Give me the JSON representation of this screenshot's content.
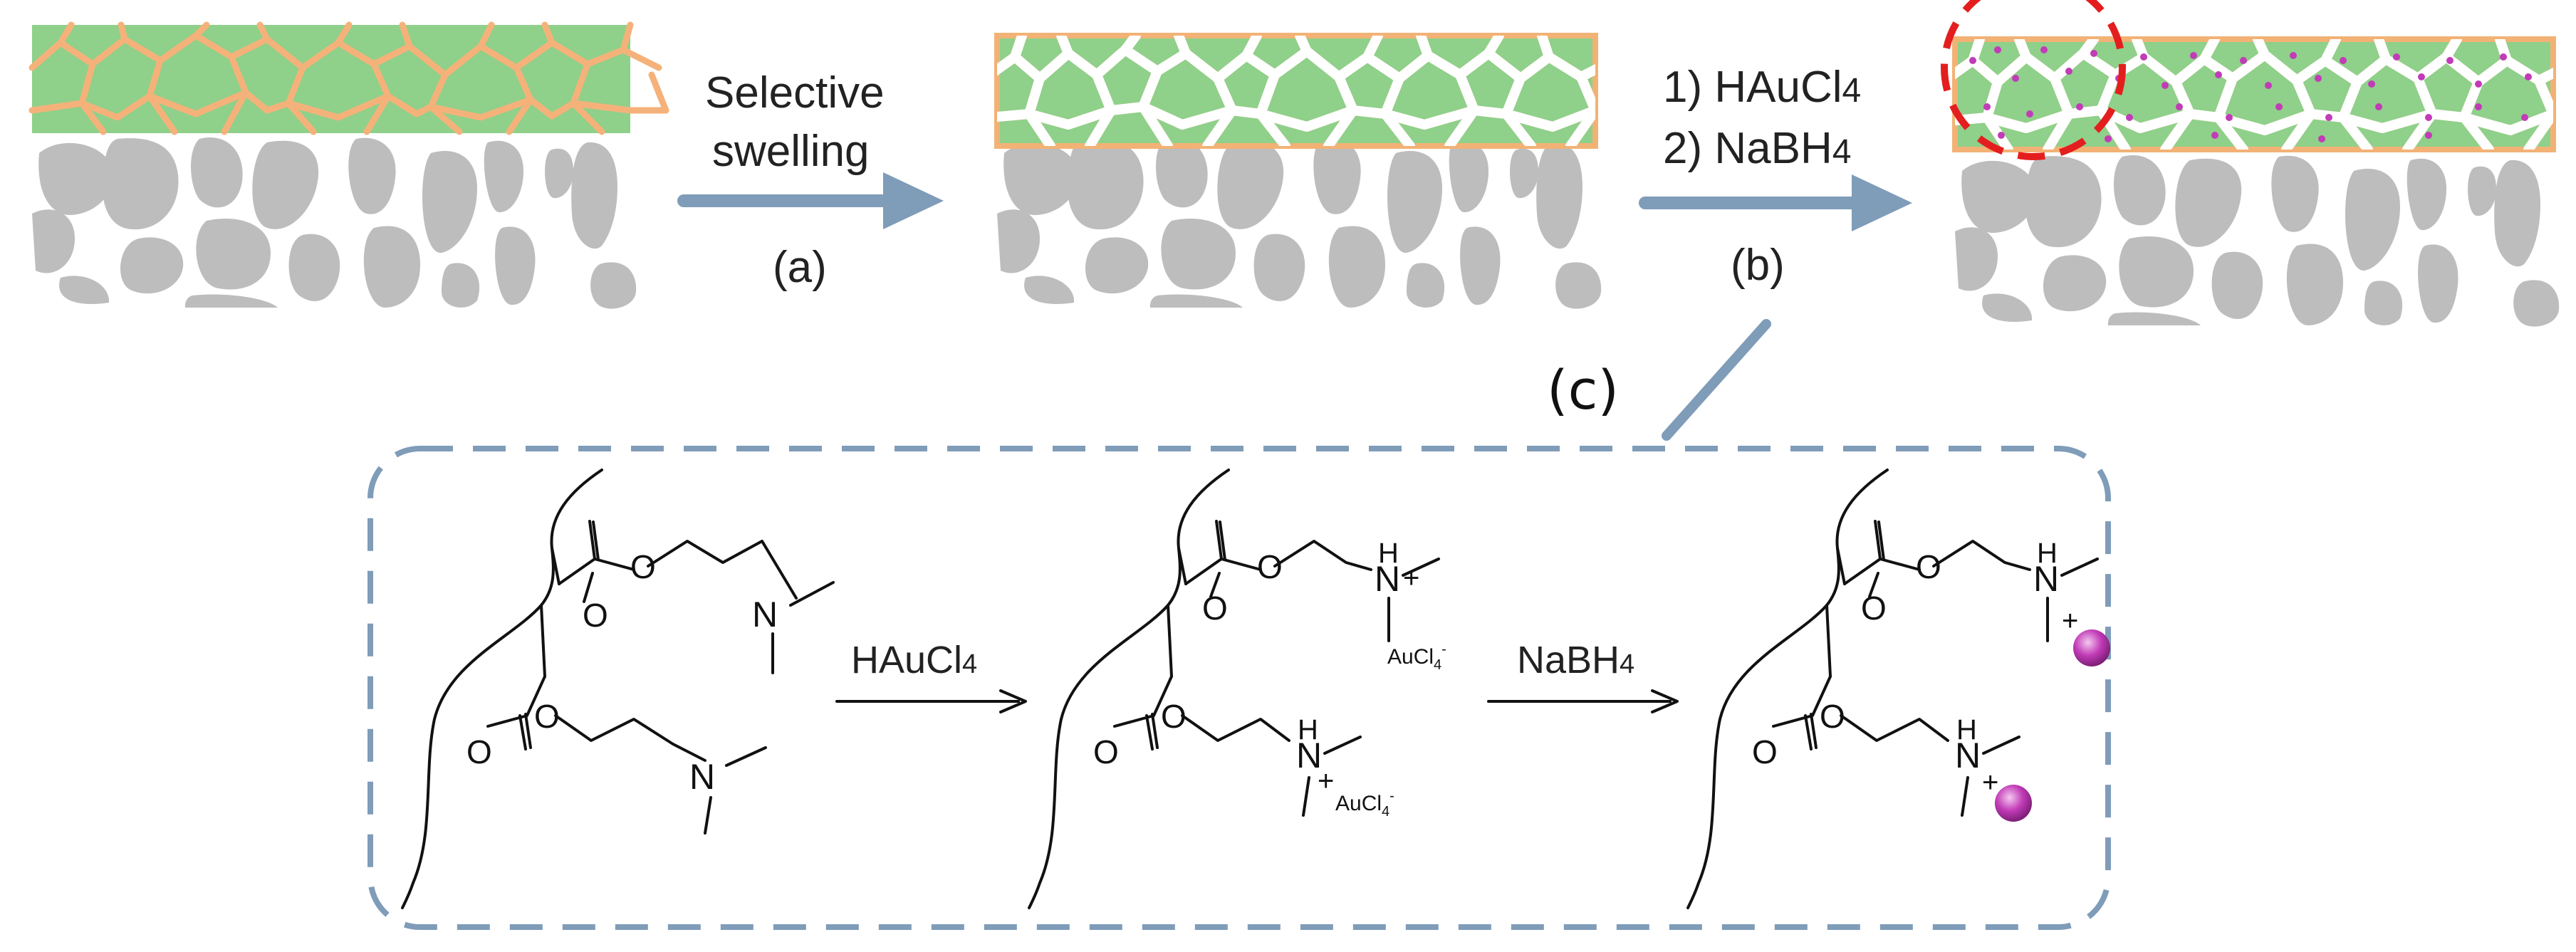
{
  "colors": {
    "membrane_green": "#8fd08a",
    "membrane_fiber": "#f4b27a",
    "membrane_edge": "#f2b275",
    "pore_fiber_white": "#ffffff",
    "substrate_gray": "#bdbdbd",
    "arrow_blue": "#7f9cb9",
    "highlight_red": "#e41e1e",
    "gold_particle": "#c23bb7",
    "dashed_box": "#7f9cb9"
  },
  "steps": {
    "a_line1": "Selective",
    "a_line2": "swelling",
    "a_tag": "(a)",
    "b_line1_pre": "1) HAuCl",
    "b_line1_sub": "4",
    "b_line2_pre": "2) NaBH",
    "b_line2_sub": "4",
    "b_tag": "(b)",
    "c_tag": "(c)"
  },
  "scheme": {
    "reagent1_pre": "HAuCl",
    "reagent1_sub": "4",
    "reagent2_pre": "NaBH",
    "reagent2_sub": "4",
    "atom_O": "O",
    "atom_N": "N",
    "atom_H": "H",
    "charge_plus": "+",
    "counterion_pre": "AuCl",
    "counterion_sub": "4",
    "counterion_sup": "-"
  }
}
